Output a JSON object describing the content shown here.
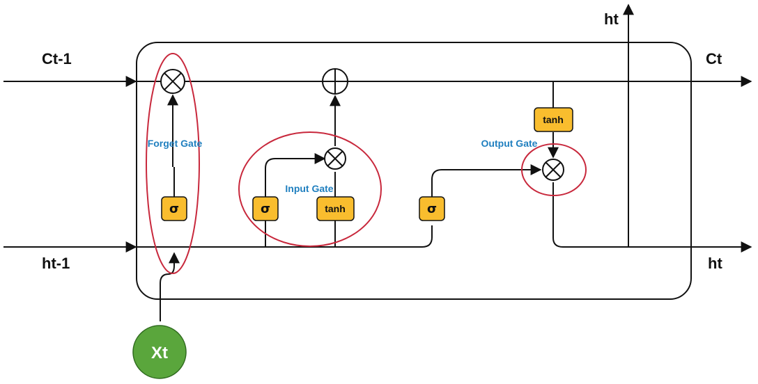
{
  "labels": {
    "c_prev": "Ct-1",
    "c_next": "Ct",
    "h_prev": "ht-1",
    "h_out_right": "ht",
    "h_out_top": "ht",
    "x_input": "Xt"
  },
  "gates": {
    "forget": "Forget Gate",
    "input": "Input Gate",
    "output": "Output Gate"
  },
  "boxes": {
    "forget_sigma": "σ",
    "input_sigma": "σ",
    "input_tanh": "tanh",
    "output_sigma": "σ",
    "cell_tanh": "tanh"
  },
  "colors": {
    "box_fill": "#f9bd2e",
    "gate_highlight": "#c8283c",
    "gate_text": "#1f7fbf",
    "input_node": "#5aa63c"
  }
}
